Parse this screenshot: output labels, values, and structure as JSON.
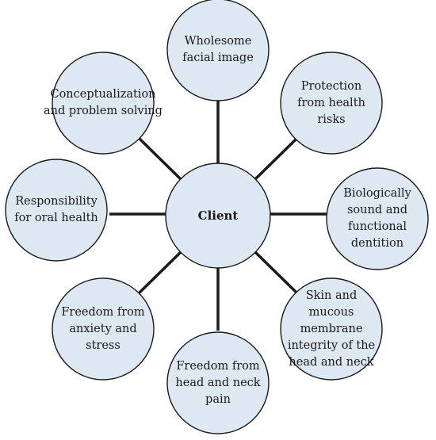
{
  "center": {
    "label": "Client"
  },
  "nodes": [
    {
      "id": "top",
      "label": "Wholesome\nfacial image"
    },
    {
      "id": "top-right",
      "label": "Protection\nfrom health\nrisks"
    },
    {
      "id": "right",
      "label": "Biologically\nsound and\nfunctional\ndentition"
    },
    {
      "id": "bottom-right",
      "label": "Skin and\nmucous\nmembrane\nintegrity of the\nhead and neck"
    },
    {
      "id": "bottom",
      "label": "Freedom from\nhead and neck\npain"
    },
    {
      "id": "bottom-left",
      "label": "Freedom from\nanxiety and\nstress"
    },
    {
      "id": "left",
      "label": "Responsibility\nfor oral health"
    },
    {
      "id": "top-left",
      "label": "Conceptualization\nand problem solving"
    }
  ],
  "colors": {
    "circle_fill": "#dde8f3",
    "stroke": "#1a1a1a"
  }
}
